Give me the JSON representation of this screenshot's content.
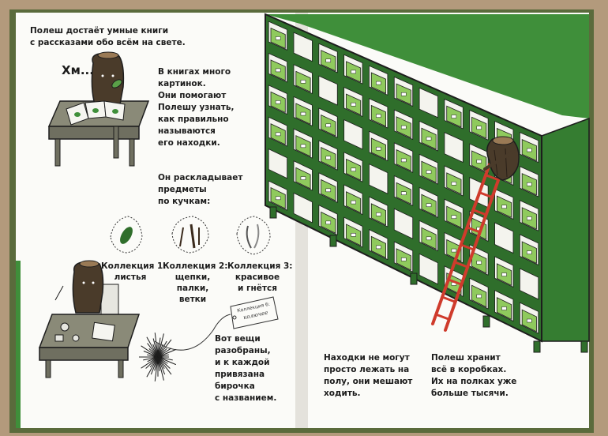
{
  "left_page": {
    "intro": [
      "Полеш достаёт умные книги",
      "с рассказами обо всём на свете."
    ],
    "exclamation": "Хм...",
    "books_text": [
      "В книгах много",
      "картинок.",
      "Они помогают",
      "Полешу узнать,",
      "как правильно",
      "называются",
      "его находки."
    ],
    "sort_text": [
      "Он раскладывает",
      "предметы",
      "по кучкам:"
    ],
    "collections": [
      {
        "title": "Коллекция 1:",
        "lines": [
          "листья"
        ]
      },
      {
        "title": "Коллекция 2:",
        "lines": [
          "щепки,",
          "палки,",
          "ветки"
        ]
      },
      {
        "title": "Коллекция 3:",
        "lines": [
          "красивое",
          "и гнётся"
        ]
      }
    ],
    "tag_title": "Коллекция 6:",
    "tag_label": "колючее",
    "sorted_text": [
      "Вот вещи",
      "разобраны,",
      "и к каждой",
      "привязана",
      "бирочка",
      "с названием."
    ]
  },
  "right_page": {
    "floor_text": [
      "Находки не могут",
      "просто лежать на",
      "полу, они мешают",
      "ходить."
    ],
    "boxes_text": [
      "Полеш хранит",
      "всё в коробках.",
      "Их на полках уже",
      "больше тысячи."
    ]
  },
  "colors": {
    "shelf_green": "#3f8f3a",
    "box_green": "#8fca5d",
    "ladder_red": "#cf3b2c",
    "background": "#b39a7c"
  }
}
